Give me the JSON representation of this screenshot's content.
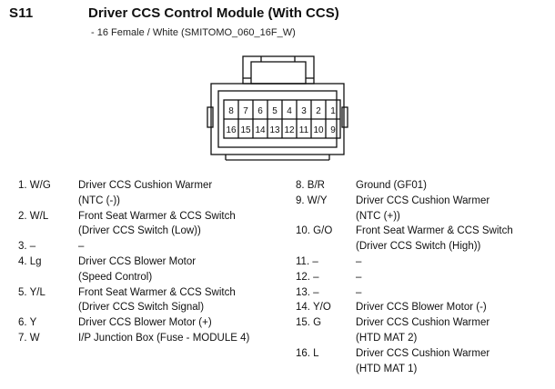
{
  "header": {
    "connector_id": "S11",
    "title": "Driver CCS Control Module (With CCS)",
    "subtitle": "- 16 Female / White (SMITOMO_060_16F_W)"
  },
  "connector": {
    "top_row": [
      "8",
      "7",
      "6",
      "5",
      "4",
      "3",
      "2",
      "1"
    ],
    "bottom_row": [
      "16",
      "15",
      "14",
      "13",
      "12",
      "11",
      "10",
      "9"
    ]
  },
  "pins_left": [
    {
      "num": "1. W/G",
      "lines": [
        "Driver CCS Cushion Warmer",
        "(NTC (-))"
      ]
    },
    {
      "num": "2. W/L",
      "lines": [
        "Front Seat Warmer & CCS Switch",
        "(Driver CCS Switch (Low))"
      ]
    },
    {
      "num": "3. –",
      "lines": [
        "–"
      ]
    },
    {
      "num": "4. Lg",
      "lines": [
        "Driver CCS Blower Motor",
        "(Speed Control)"
      ]
    },
    {
      "num": "5. Y/L",
      "lines": [
        "Front Seat Warmer & CCS Switch",
        "(Driver CCS Switch Signal)"
      ]
    },
    {
      "num": "6. Y",
      "lines": [
        "Driver CCS Blower Motor (+)"
      ]
    },
    {
      "num": "7. W",
      "lines": [
        "I/P Junction Box (Fuse - MODULE 4)"
      ]
    }
  ],
  "pins_right": [
    {
      "num": "8. B/R",
      "lines": [
        "Ground (GF01)"
      ]
    },
    {
      "num": "9. W/Y",
      "lines": [
        "Driver CCS Cushion Warmer",
        "(NTC (+))"
      ]
    },
    {
      "num": "10. G/O",
      "lines": [
        "Front Seat Warmer & CCS Switch",
        "(Driver CCS Switch (High))"
      ]
    },
    {
      "num": "11. –",
      "lines": [
        "–"
      ]
    },
    {
      "num": "12. –",
      "lines": [
        "–"
      ]
    },
    {
      "num": "13. –",
      "lines": [
        "–"
      ]
    },
    {
      "num": "14. Y/O",
      "lines": [
        "Driver CCS Blower Motor (-)"
      ]
    },
    {
      "num": "15. G",
      "lines": [
        "Driver CCS Cushion Warmer",
        "(HTD MAT 2)"
      ]
    },
    {
      "num": "16. L",
      "lines": [
        "Driver CCS Cushion Warmer",
        "(HTD MAT 1)"
      ]
    }
  ]
}
